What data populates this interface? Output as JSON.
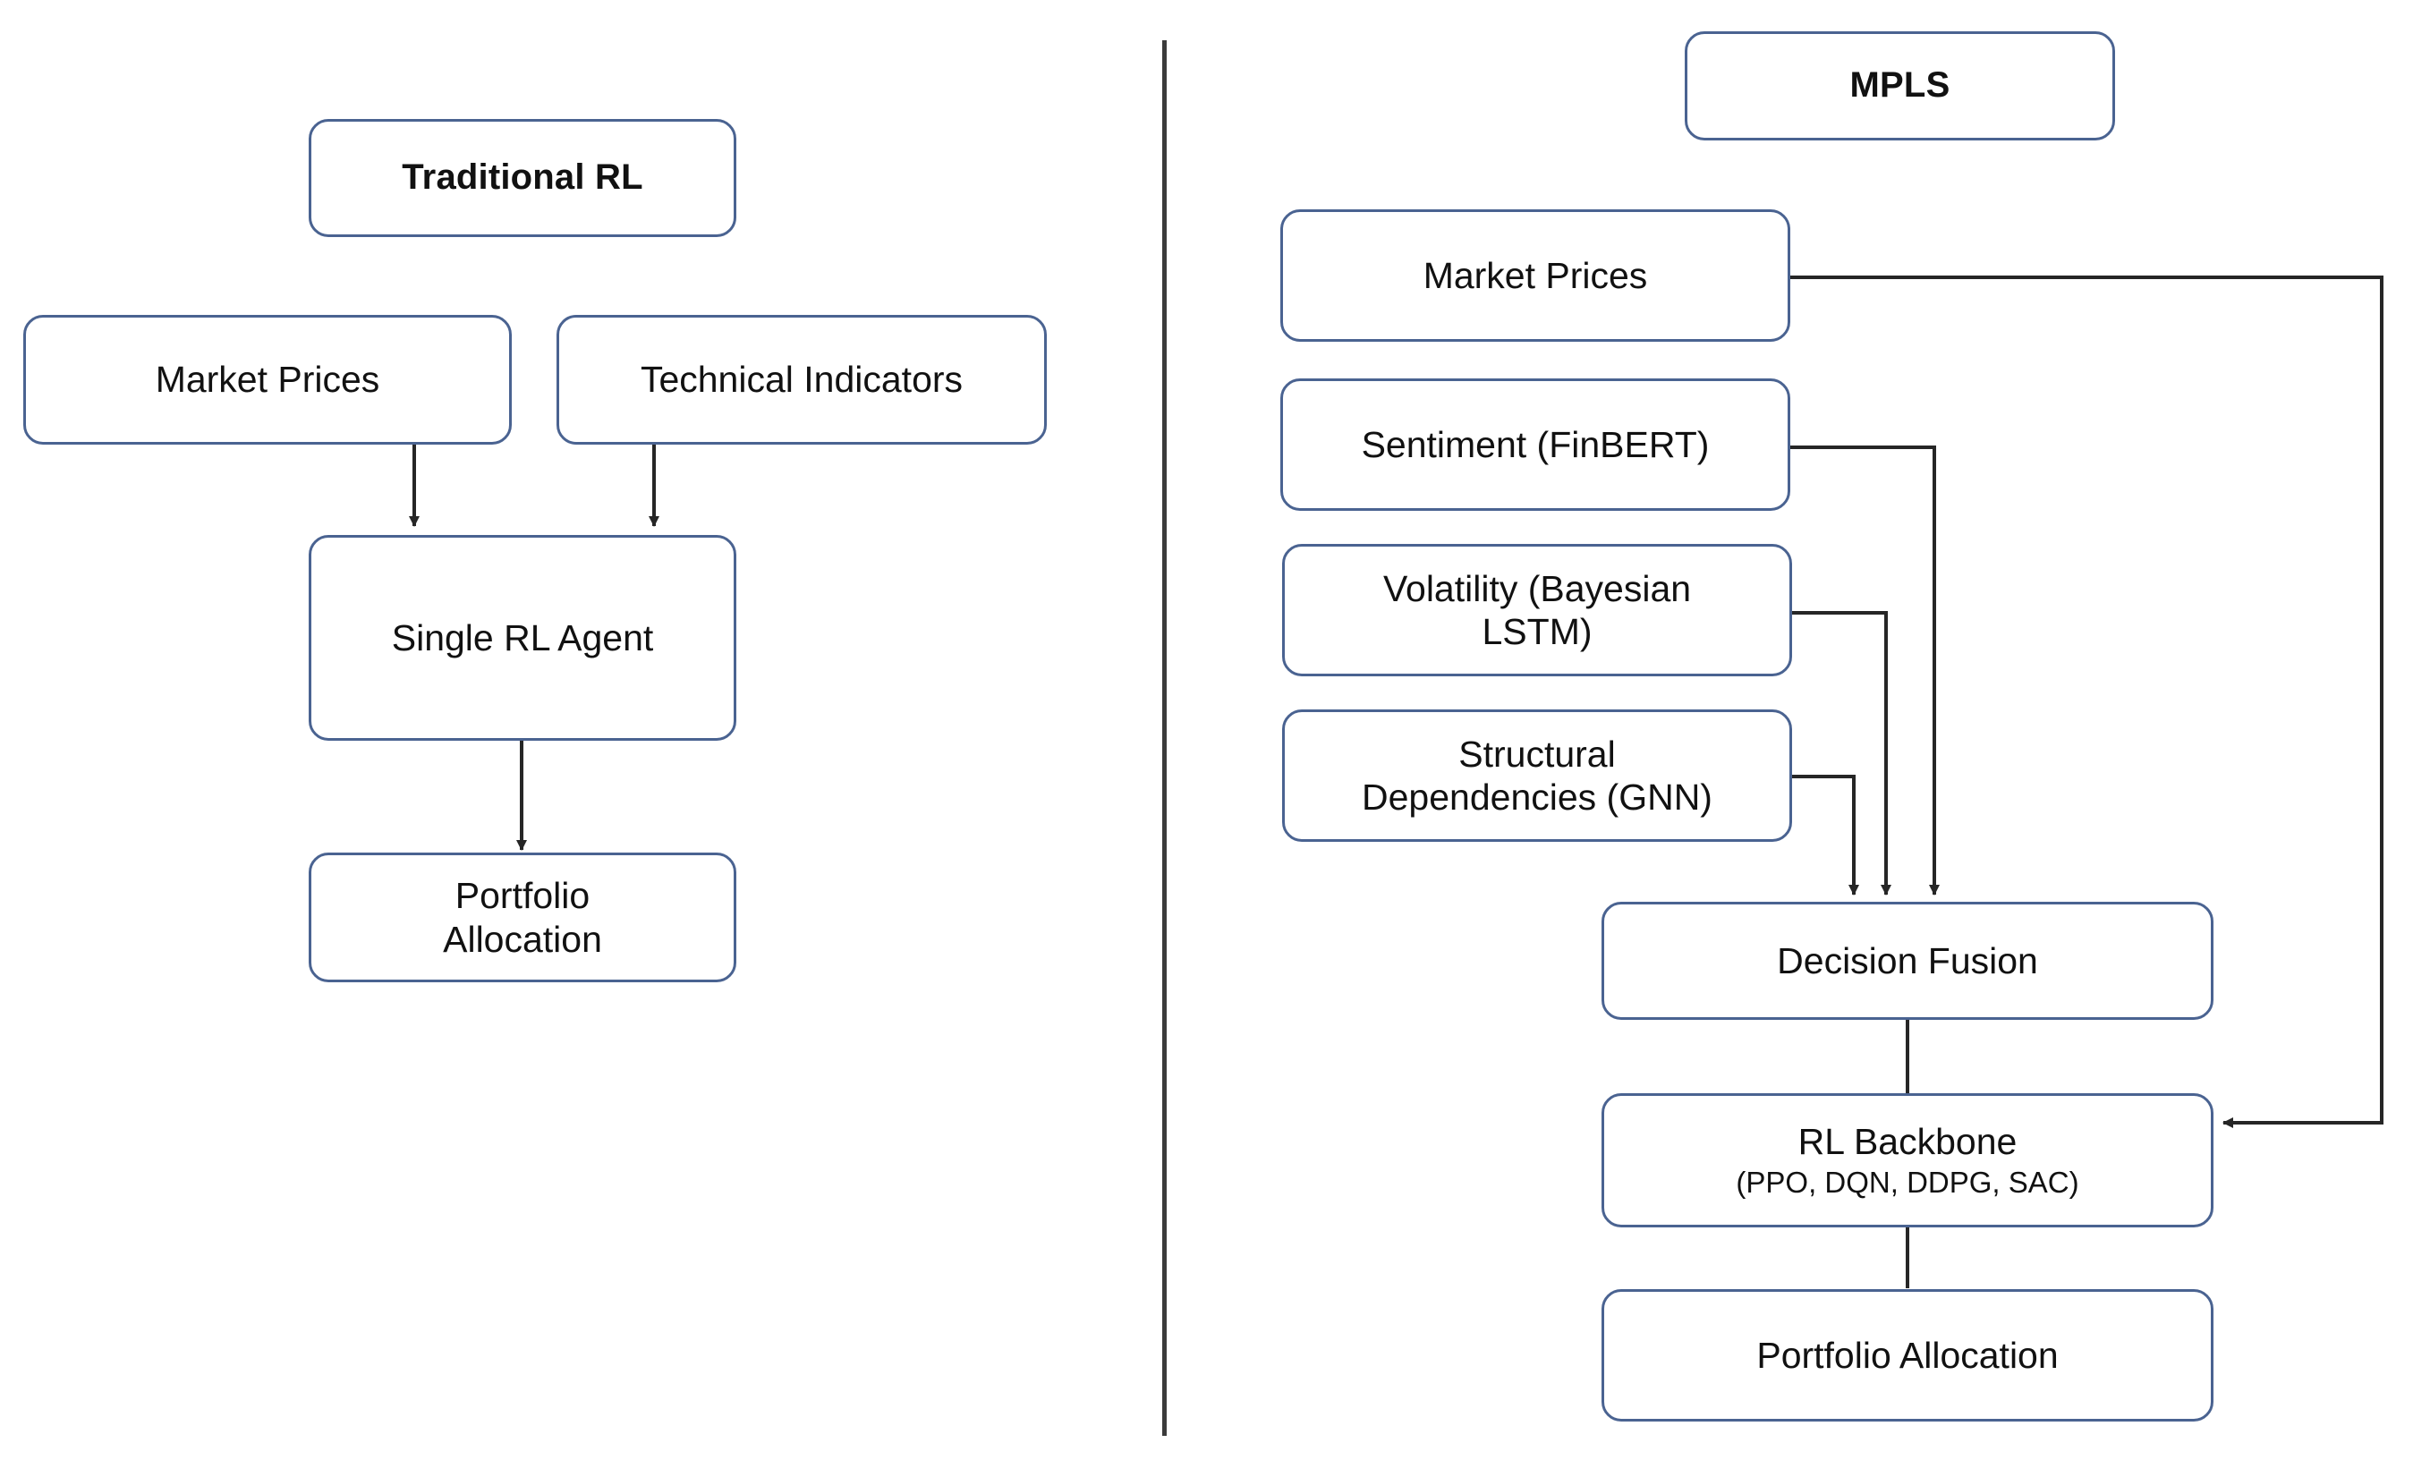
{
  "diagram": {
    "title_left": "Traditional RL",
    "title_right": "MPLS",
    "left_panel": {
      "header": "Traditional RL",
      "inputs": [
        {
          "label": "Market Prices"
        },
        {
          "label": "Technical Indicators"
        }
      ],
      "agent": "Single RL Agent",
      "output_line1": "Portfolio",
      "output_line2": "Allocation"
    },
    "right_panel": {
      "header": "MPLS",
      "inputs": [
        {
          "label": "Market Prices"
        },
        {
          "label": "Sentiment (FinBERT)"
        },
        {
          "label_line1": "Volatility (Bayesian",
          "label_line2": "LSTM)"
        },
        {
          "label_line1": "Structural",
          "label_line2": "Dependencies (GNN)"
        }
      ],
      "fusion": "Decision Fusion",
      "backbone_line1": "RL Backbone",
      "backbone_line2": "(PPO, DQN, DDPG, SAC)",
      "output": "Portfolio Allocation"
    },
    "colors": {
      "box_border": "#4a6391",
      "connector": "#262626",
      "divider": "#3b3b3b",
      "background": "#ffffff",
      "text": "#111111"
    }
  }
}
